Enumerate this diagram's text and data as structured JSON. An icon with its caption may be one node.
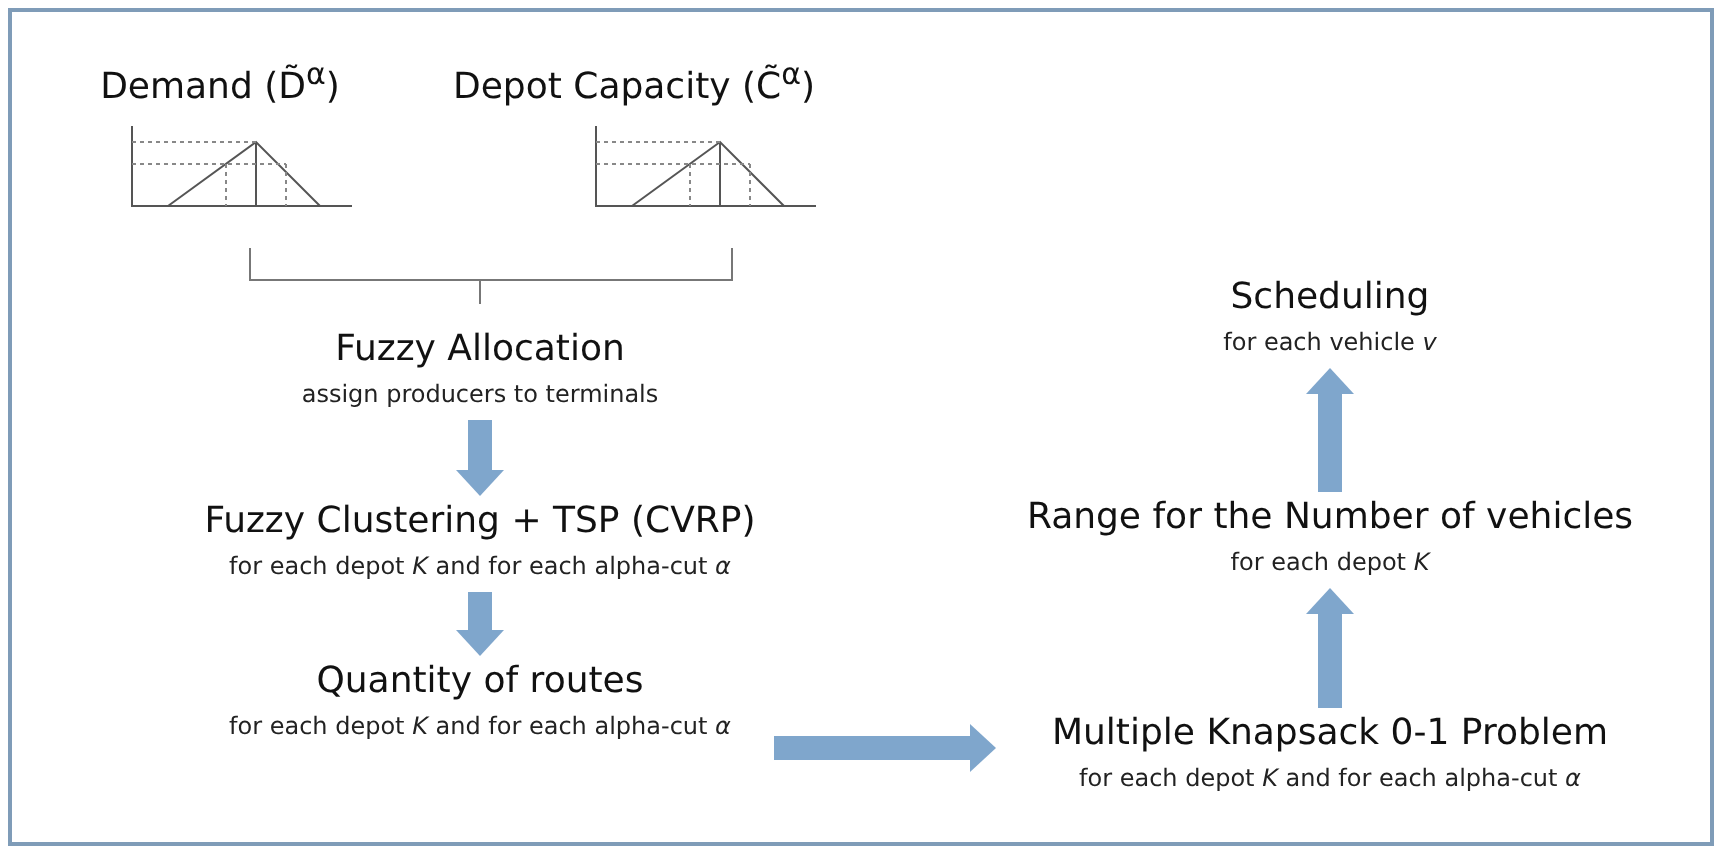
{
  "diagram": {
    "nodes": [
      {
        "text": [
          "Demand (D̃$^{α}$)"
        ]
      },
      {
        "text": [
          "Depot Capacity (C̃$^{α}$)"
        ]
      },
      {
        "text": [
          "Fuzzy Allocation",
          "assign producers to terminals"
        ]
      },
      {
        "text": [
          "Fuzzy Clustering + TSP (CVRP)",
          "for each depot *K* and for each alpha-cut *α*"
        ]
      },
      {
        "text": [
          "Quantity of routes",
          "for each depot *K* and for each alpha-cut *α*"
        ]
      },
      {
        "text": [
          "Multiple Knapsack 0-1 Problem",
          "for each depot *K* and for each alpha-cut *α*"
        ]
      },
      {
        "text": [
          "Range for the Number of vehicles",
          "for each depot *K*"
        ]
      },
      {
        "text": [
          "Scheduling",
          "for each vehicle *v*"
        ]
      }
    ],
    "edges": [
      {
        "from": 2,
        "to": 3,
        "arrow": "to"
      },
      {
        "from": 3,
        "to": 4,
        "arrow": "to"
      },
      {
        "from": 4,
        "to": 5,
        "arrow": "to"
      },
      {
        "from": 5,
        "to": 6,
        "arrow": "to"
      },
      {
        "from": 6,
        "to": 7,
        "arrow": "to"
      }
    ]
  }
}
